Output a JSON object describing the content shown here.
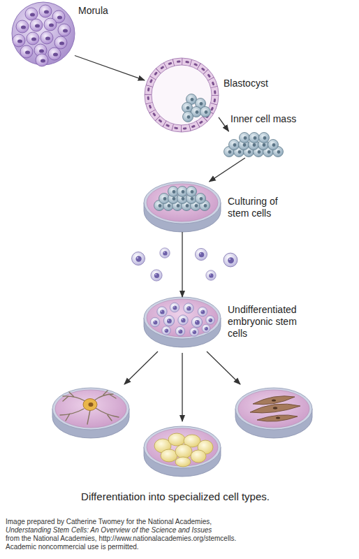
{
  "diagram": {
    "caption": "Differentiation into specialized cell types.",
    "nodes": [
      {
        "text": [
          "Morula"
        ]
      },
      {
        "text": [
          "Blastocyst"
        ]
      },
      {
        "text": [
          "Inner cell mass"
        ]
      },
      {
        "text": [
          "Culturing of stem cells"
        ]
      },
      {
        "text": [
          "Undifferentiated embryonic stem cells"
        ]
      }
    ],
    "edges": [
      {
        "from": 0,
        "to": 1,
        "arrow": "to"
      },
      {
        "from": 1,
        "to": 2,
        "arrow": "to"
      },
      {
        "from": 2,
        "to": 3,
        "arrow": "to"
      },
      {
        "from": 3,
        "to": 4,
        "arrow": "to"
      }
    ],
    "labels": [
      "Image prepared by Catherine Twomey for the National Academies,",
      "Understanding Stem Cells: An Overview of the Science and Issues",
      "from the National Academies, http://www.nationalacademies.org/stemcells.",
      "Academic noncommercial use is permitted."
    ]
  }
}
